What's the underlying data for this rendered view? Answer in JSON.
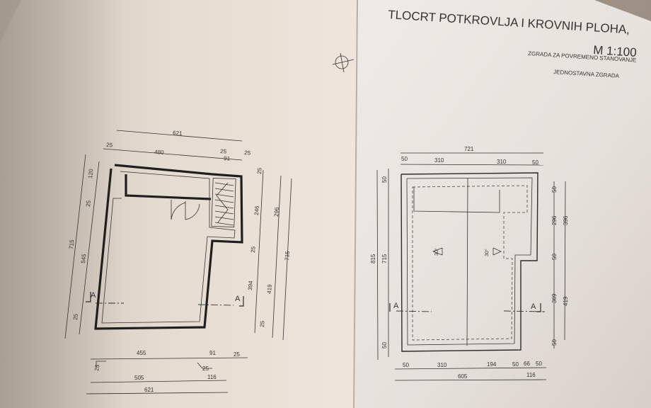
{
  "title": {
    "line1": "TLOCRT POTKROVLJA I KROVNIH PLOHA,",
    "scale": "M 1:100",
    "subtitle1": "ZGRADA ZA POVREMENO STANOVANJE",
    "subtitle2": "JEDNOSTAVNA ZGRADA"
  },
  "left_plan": {
    "top_dims": {
      "overall": "621",
      "d25a": "25",
      "d480": "480",
      "d25b": "25",
      "d91": "91",
      "d25c": "25"
    },
    "left_dims": {
      "d120": "120",
      "d25": "25",
      "d715": "715",
      "d545": "545",
      "d25b": "25"
    },
    "right_dims": {
      "d25a": "25",
      "d246": "246",
      "d296": "296",
      "d25b": "25",
      "d394": "394",
      "d419": "419",
      "d715": "715",
      "d25c": "25"
    },
    "bottom_dims": {
      "d455": "455",
      "d91": "91",
      "d25a": "25",
      "d25b": "25",
      "d25c": "25",
      "d505": "505",
      "d116": "116",
      "d621": "621"
    },
    "section_left": "A",
    "section_right": "A"
  },
  "right_plan": {
    "top_dims": {
      "overall": "721",
      "d50a": "50",
      "d310a": "310",
      "d310b": "310",
      "d50b": "50"
    },
    "left_dims": {
      "d815": "815",
      "d715": "715",
      "d50a": "50",
      "d50b": "50"
    },
    "right_dims": {
      "d50a": "50",
      "d296a": "296",
      "d396": "396",
      "d50b": "50",
      "d369": "369",
      "d419": "419",
      "d50c": "50"
    },
    "bottom_dims": {
      "d50a": "50",
      "d310": "310",
      "d194": "194",
      "d50b": "50",
      "d66": "66",
      "d50c": "50",
      "d605": "605",
      "d116": "116"
    },
    "slope_left": "30°",
    "slope_right": "30°",
    "section_left": "A",
    "section_right": "A"
  }
}
